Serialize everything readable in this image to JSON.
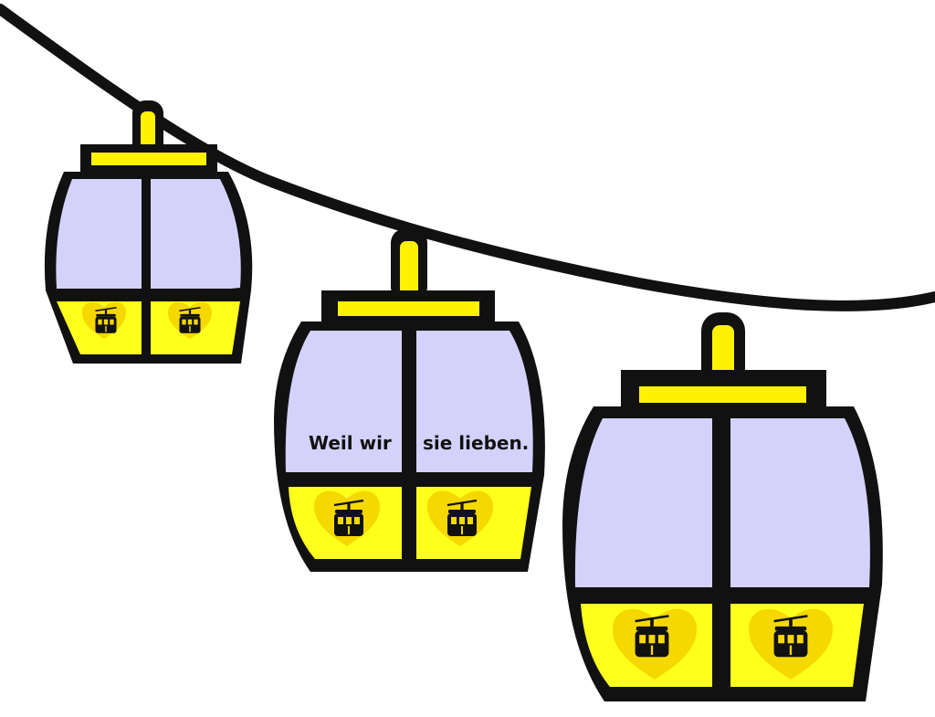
{
  "colors": {
    "outline": "#111111",
    "window": "#d4d2fb",
    "panel": "#ffff1e",
    "hanger": "#fff200",
    "heart": "#f4d800",
    "background": "#ffffff"
  },
  "gondolas": [
    {
      "id": "left",
      "icons": [
        "gondola-icon",
        "gondola-icon"
      ],
      "caption_left": "",
      "caption_right": ""
    },
    {
      "id": "middle",
      "icons": [
        "gondola-icon",
        "gondola-icon"
      ],
      "caption_left": "Weil wir",
      "caption_right": "sie lieben."
    },
    {
      "id": "right",
      "icons": [
        "gondola-icon",
        "gondola-icon"
      ],
      "caption_left": "",
      "caption_right": ""
    }
  ]
}
